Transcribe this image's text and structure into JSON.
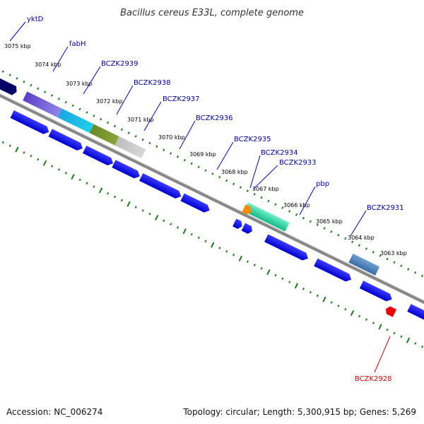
{
  "title": "Bacillus cereus E33L, complete genome",
  "footer": {
    "accession": "Accession: NC_006274",
    "summary": "Topology: circular; Length: 5,300,915 bp; Genes: 5,269"
  },
  "colors": {
    "backbone": "#8a8a8a",
    "tick": "#1f7a1f",
    "forward_gene": "#0000dd",
    "label_forward": "#0000aa",
    "label_reverse": "#dd0000",
    "kbp_text": "#000000"
  },
  "kbp_labels": [
    "3075 kbp",
    "3074 kbp",
    "3073 kbp",
    "3072 kbp",
    "3071 kbp",
    "3070 kbp",
    "3069 kbp",
    "3068 kbp",
    "3067 kbp",
    "3066 kbp",
    "3065 kbp",
    "3064 kbp",
    "3063 kbp"
  ],
  "gene_labels": [
    "yktD",
    "fabH",
    "BCZK2939",
    "BCZK2938",
    "BCZK2937",
    "BCZK2936",
    "BCZK2935",
    "BCZK2934",
    "BCZK2933",
    "pbp",
    "BCZK2931",
    "BCZK2928"
  ]
}
